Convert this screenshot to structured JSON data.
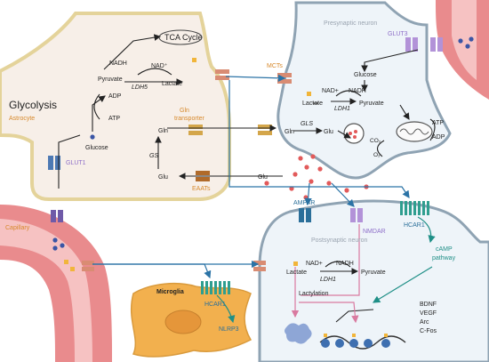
{
  "labels": {
    "tca_cycle": "TCA Cycle",
    "nadh_a": "NADH",
    "nad_plus_a": "NAD⁺",
    "pyruvate_a": "Pyruvate",
    "ldh5": "LDH5",
    "lactate_a": "Lactate",
    "glycolysis": "Glycolysis",
    "adp_a": "ADP",
    "atp_a": "ATP",
    "astrocyte": "Astrocyte",
    "glucose_a": "Glucose",
    "glut1": "GLUT1",
    "gln_transporter_1": "Gln",
    "gln_transporter_2": "transporter",
    "gln_a": "Gln",
    "gs": "GS",
    "glu_a": "Glu",
    "eaats": "EAATs",
    "presynaptic_neuron": "Presynaptic neuron",
    "glut3": "GLUT3",
    "mcts": "MCTs",
    "glucose_pre": "Glucose",
    "nad_plus_pre": "NAD+",
    "nadh_pre": "NADH",
    "lactate_pre": "Lactate",
    "ldh1_pre": "LDH1",
    "pyruvate_pre": "Pyruvate",
    "atp_pre": "ATP",
    "adp_pre": "ADP",
    "co2": "CO₂",
    "o2": "O₂",
    "gln_pre": "Gln",
    "gls": "GLS",
    "glu_pre": "Glu",
    "glu_mid": "Glu",
    "capillary": "Capillary",
    "ampar": "AMPAR",
    "nmdar": "NMDAR",
    "hcar1_post": "HCAR1",
    "postsynaptic_neuron": "Postsynaptic neuron",
    "camp_1": "cAMP",
    "camp_2": "pathway",
    "nad_plus_post": "NAD+",
    "nadh_post": "NADH",
    "lactate_post": "Lactate",
    "ldh1_post": "LDH1",
    "pyruvate_post": "Pyruvate",
    "lactylation": "Lactylation",
    "bdnf": "BDNF",
    "vegf": "VEGF",
    "arc": "Arc",
    "cfos": "C-Fos",
    "microglia": "Microglia",
    "hcar1_micro": "HCAR1",
    "nlrp3": "NLRP3"
  },
  "colors": {
    "astrocyte_fill": "#f7efe8",
    "astrocyte_border": "#e4d39a",
    "neuron_fill": "#eef4f9",
    "neuron_border": "#8fa3b3",
    "capillary_outer": "#e98b8d",
    "capillary_inner": "#f6c2c2",
    "microglia_fill": "#f2b04e",
    "label_orange": "#d7892c",
    "label_purple": "#8e6fc9",
    "label_gray": "#9aa4b0",
    "label_teal": "#1f8f87",
    "label_blue": "#2b6f9a",
    "lactate_square": "#f1b53a",
    "glu_dot": "#e25a5a",
    "glucose_dot": "#3a55a5",
    "receptor_teal": "#2f9e8f",
    "receptor_purple": "#b292d8",
    "receptor_blue": "#4d79b3",
    "transporter_salmon": "#d98c73",
    "transporter_gold": "#d4a64a",
    "transporter_brown": "#b06a2a",
    "arrow_blue": "#2b73a6",
    "arrow_teal": "#1f8f87",
    "arrow_pink": "#d97aa0"
  },
  "icons": [
    "mitochondrion-icon",
    "synaptic-vesicle-icon",
    "nucleosome-icon",
    "microglia-nucleus-icon"
  ]
}
